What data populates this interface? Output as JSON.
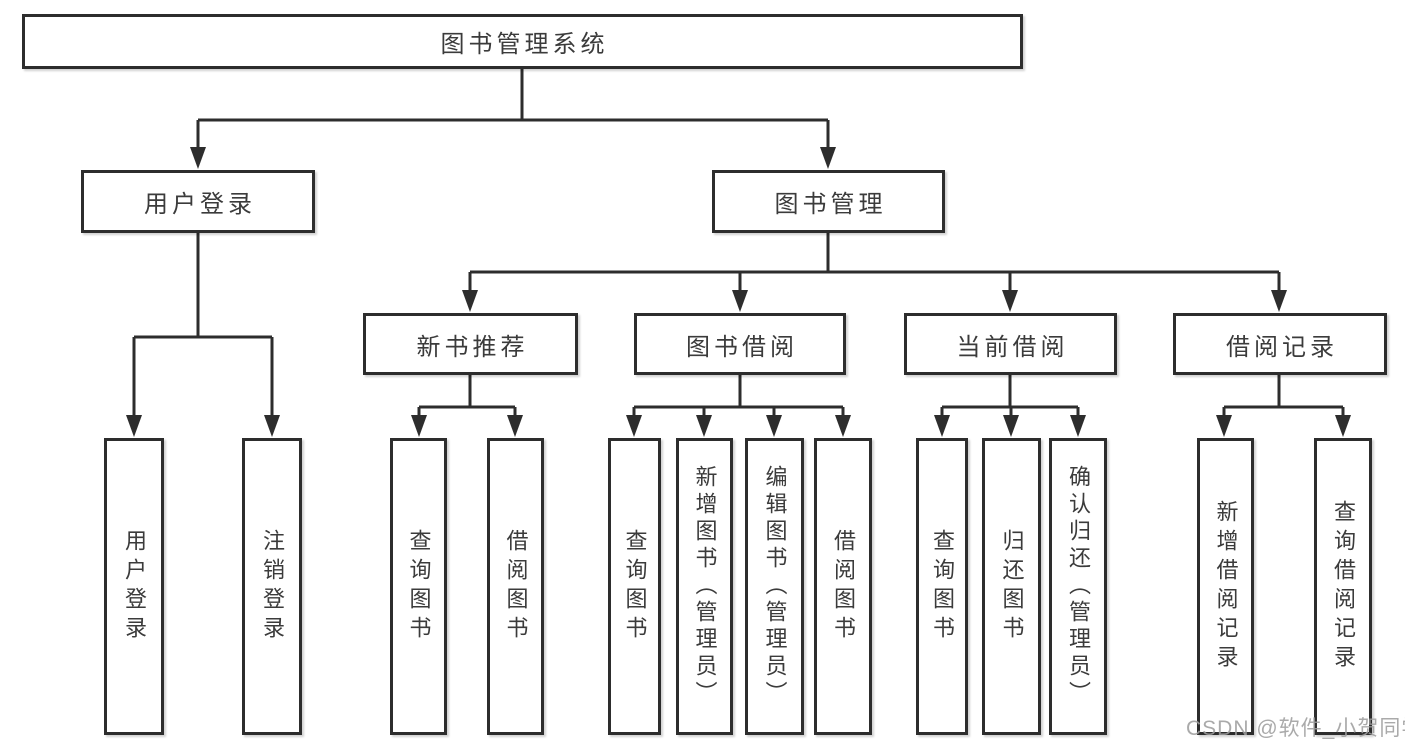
{
  "diagram": {
    "root": {
      "label": "图书管理系统",
      "children": [
        {
          "label": "用户登录",
          "children": [
            {
              "label": "用户登录"
            },
            {
              "label": "注销登录"
            }
          ]
        },
        {
          "label": "图书管理",
          "children": [
            {
              "label": "新书推荐",
              "children": [
                {
                  "label": "查询图书"
                },
                {
                  "label": "借阅图书"
                }
              ]
            },
            {
              "label": "图书借阅",
              "children": [
                {
                  "label": "查询图书"
                },
                {
                  "label": "新增图书（管理员）"
                },
                {
                  "label": "编辑图书（管理员）"
                },
                {
                  "label": "借阅图书"
                }
              ]
            },
            {
              "label": "当前借阅",
              "children": [
                {
                  "label": "查询图书"
                },
                {
                  "label": "归还图书"
                },
                {
                  "label": "确认归还（管理员）"
                }
              ]
            },
            {
              "label": "借阅记录",
              "children": [
                {
                  "label": "新增借阅记录"
                },
                {
                  "label": "查询借阅记录"
                }
              ]
            }
          ]
        }
      ]
    }
  },
  "watermark": {
    "text": "CSDN @软件_小贺同学"
  },
  "colors": {
    "line": "#2d2d2d",
    "text": "#3b3b3b",
    "background": "#ffffff",
    "watermark": "#9e9e9e"
  }
}
